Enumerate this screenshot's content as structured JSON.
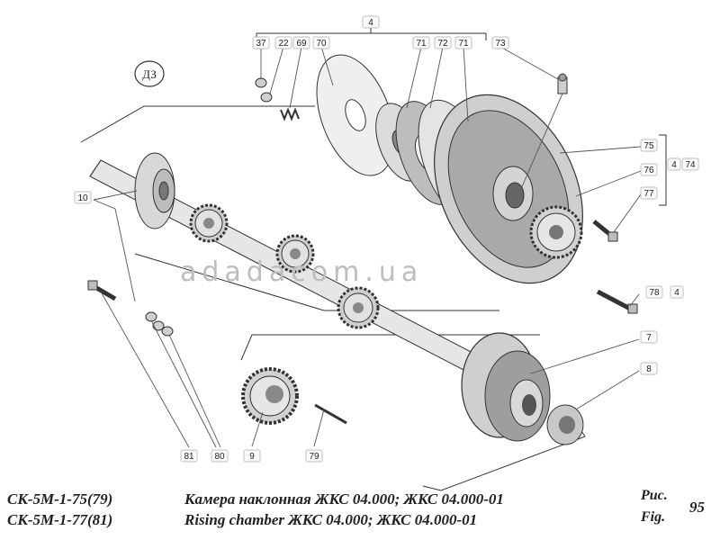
{
  "callouts": {
    "c4_top": "4",
    "c37": "37",
    "c22": "22",
    "c69": "69",
    "c70": "70",
    "c71a": "71",
    "c72": "72",
    "c71b": "71",
    "c73": "73",
    "c75": "75",
    "c76": "76",
    "c77": "77",
    "c4_right": "4",
    "c74": "74",
    "c10": "10",
    "c78": "78",
    "c4_78": "4",
    "c7": "7",
    "c8": "8",
    "c81": "81",
    "c80": "80",
    "c9": "9",
    "c79": "79"
  },
  "d3_label": "ДЗ",
  "watermark": "adadacom.ua",
  "caption": {
    "model_1": "СК-5М-1-75(79)",
    "model_2": "СК-5М-1-77(81)",
    "title_ru": "Камера наклонная ЖКС 04.000; ЖКС 04.000-01",
    "title_en": "Rising chamber ЖКС 04.000; ЖКС 04.000-01",
    "fig_ru": "Рис.",
    "fig_en": "Fig.",
    "fig_number": "95"
  }
}
